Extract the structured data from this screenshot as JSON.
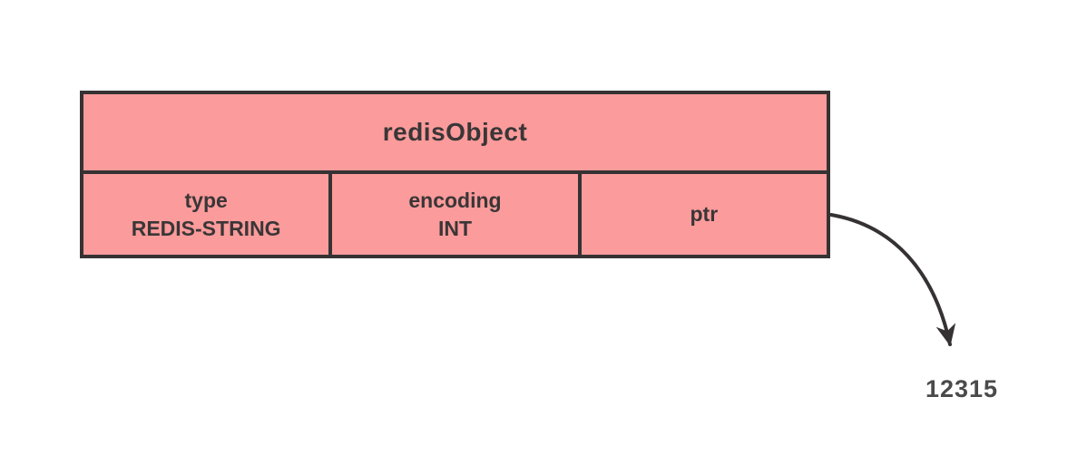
{
  "diagram": {
    "title": "redisObject",
    "cells": [
      {
        "label": "type",
        "value": "REDIS-STRING"
      },
      {
        "label": "encoding",
        "value": "INT"
      },
      {
        "label": "ptr",
        "value": ""
      }
    ],
    "pointer": {
      "target_value": "12315"
    },
    "colors": {
      "box_fill": "#fc9b9b",
      "stroke": "#363234",
      "text": "#3a3637",
      "background": "#ffffff"
    }
  }
}
